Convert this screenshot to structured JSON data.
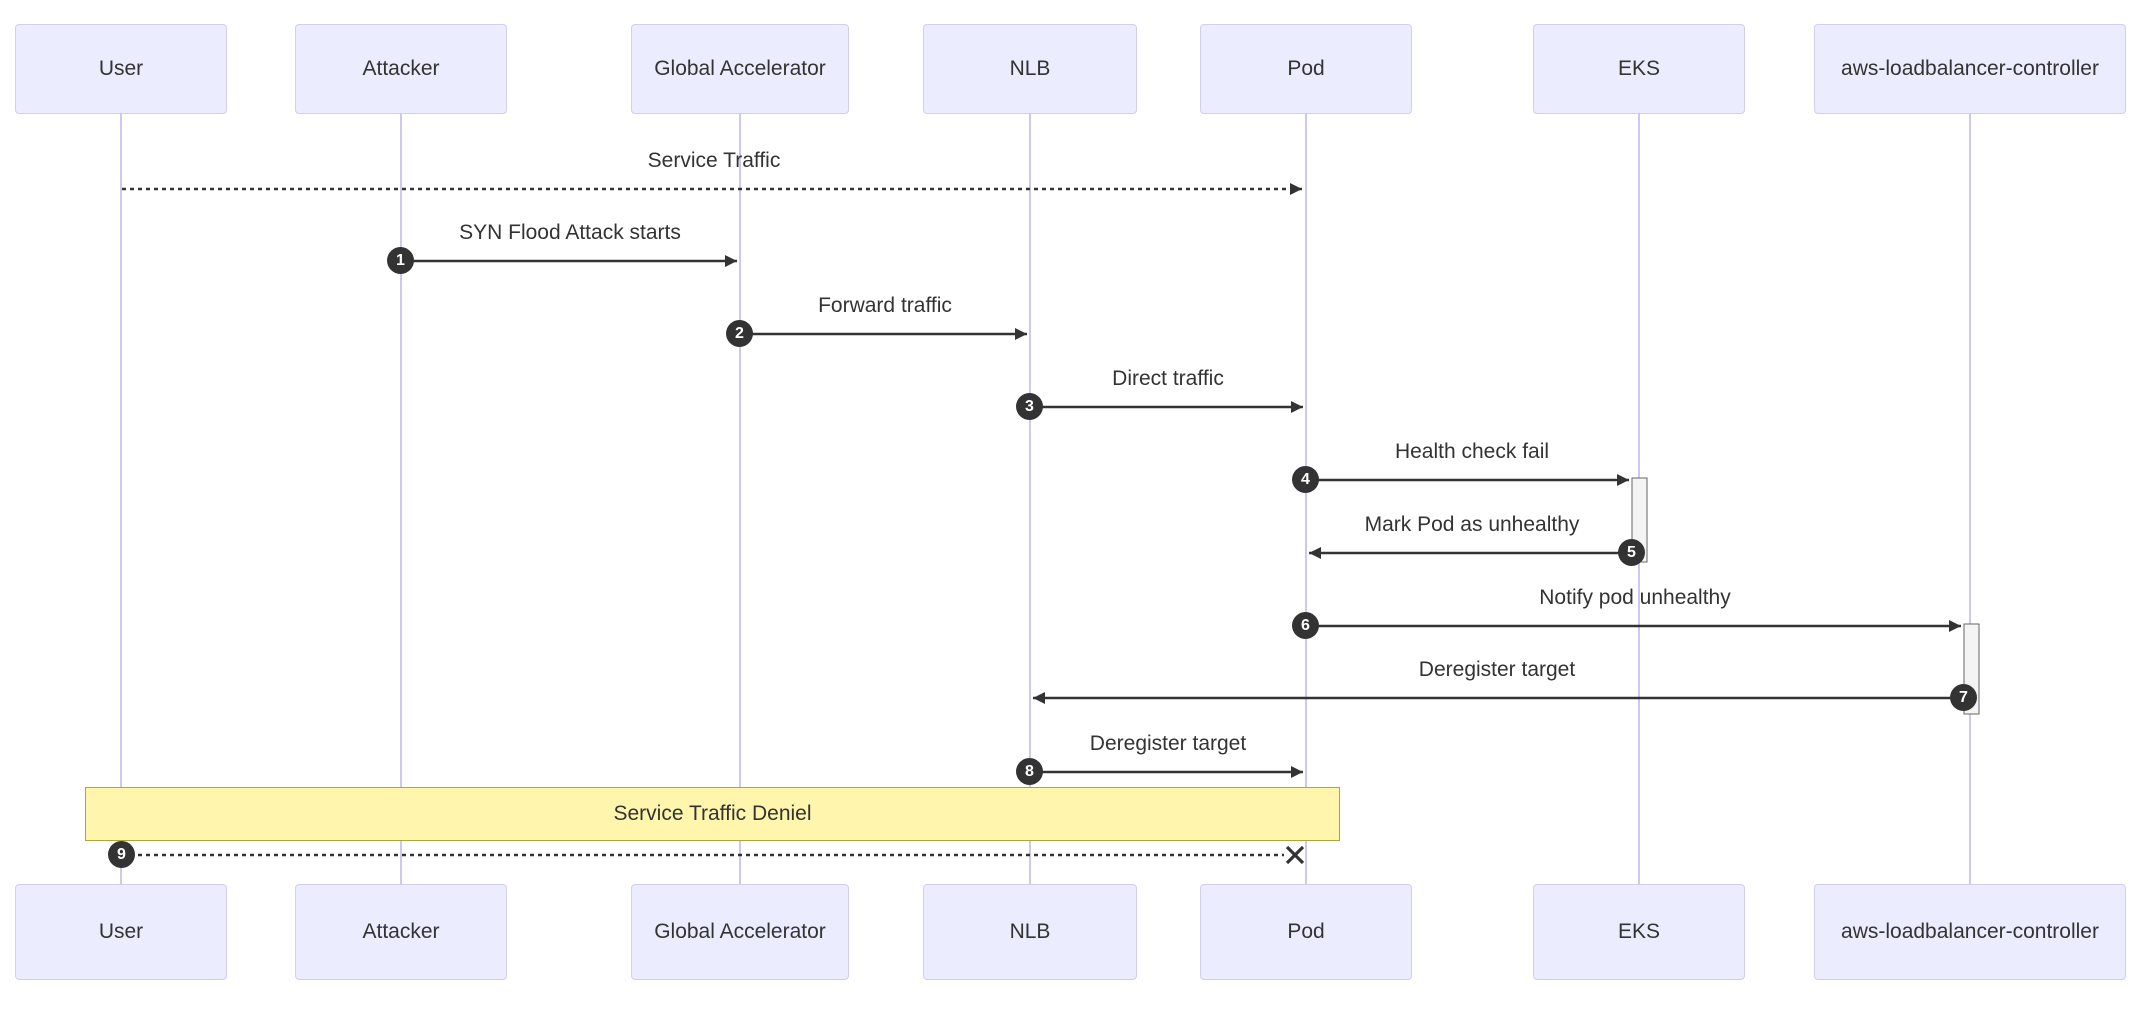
{
  "diagram": {
    "type": "sequence",
    "actors": [
      {
        "id": "user",
        "name": "User"
      },
      {
        "id": "attacker",
        "name": "Attacker"
      },
      {
        "id": "global-accelerator",
        "name": "Global Accelerator"
      },
      {
        "id": "nlb",
        "name": "NLB"
      },
      {
        "id": "pod",
        "name": "Pod"
      },
      {
        "id": "eks",
        "name": "EKS"
      },
      {
        "id": "aws-loadbalancer-controller",
        "name": "aws-loadbalancer-controller"
      }
    ],
    "messages": [
      {
        "number": "",
        "label": "Service Traffic",
        "from": "User",
        "to": "Pod",
        "line": "dotted"
      },
      {
        "number": "1",
        "label": "SYN Flood Attack starts",
        "from": "Attacker",
        "to": "Global Accelerator",
        "line": "solid"
      },
      {
        "number": "2",
        "label": "Forward traffic",
        "from": "Global Accelerator",
        "to": "NLB",
        "line": "solid"
      },
      {
        "number": "3",
        "label": "Direct traffic",
        "from": "NLB",
        "to": "Pod",
        "line": "solid"
      },
      {
        "number": "4",
        "label": "Health check fail",
        "from": "Pod",
        "to": "EKS",
        "line": "solid"
      },
      {
        "number": "5",
        "label": "Mark Pod as unhealthy",
        "from": "EKS",
        "to": "Pod",
        "line": "solid"
      },
      {
        "number": "6",
        "label": "Notify pod unhealthy",
        "from": "Pod",
        "to": "aws-loadbalancer-controller",
        "line": "solid"
      },
      {
        "number": "7",
        "label": "Deregister target",
        "from": "aws-loadbalancer-controller",
        "to": "NLB",
        "line": "solid"
      },
      {
        "number": "8",
        "label": "Deregister target",
        "from": "NLB",
        "to": "Pod",
        "line": "solid"
      },
      {
        "number": "9",
        "label": "",
        "from": "User",
        "to": "Pod",
        "line": "dotted-cross"
      }
    ],
    "note": {
      "label": "Service Traffic Deniel"
    },
    "colors": {
      "actor_fill": "#ECECFF",
      "actor_border": "#d3cdef",
      "lifeline": "#cfc6f1",
      "arrow": "#333333",
      "text": "#333333",
      "note_fill": "#fff5ad",
      "note_border": "#aaaa33",
      "number_bg": "#333333",
      "number_text": "#ffffff",
      "activation_fill": "#f4f4f4",
      "activation_border": "#666666",
      "background": "#ffffff"
    }
  }
}
